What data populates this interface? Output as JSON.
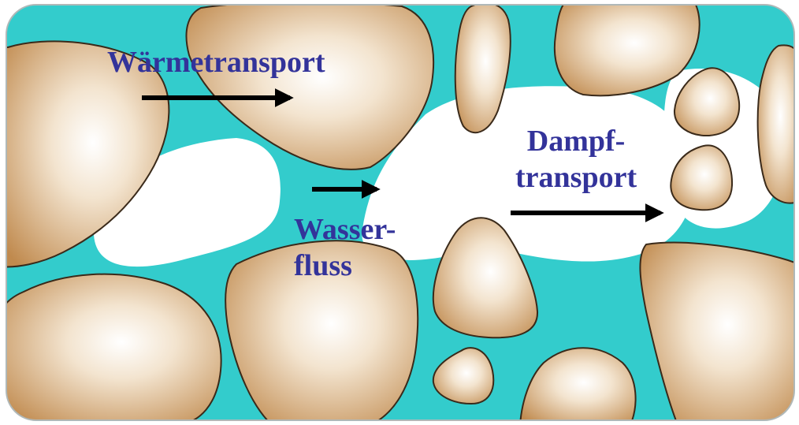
{
  "labels": {
    "heat_transport": "Wärmetransport",
    "vapor_transport_line1": "Dampf-",
    "vapor_transport_line2": "transport",
    "water_flow_line1": "Wasser-",
    "water_flow_line2": "fluss"
  },
  "colors": {
    "water": "#33cccc",
    "grain_dark": "#c08a4e",
    "grain_light": "#ffffff",
    "grain_outline": "#3a2a1a",
    "arrow": "#000000",
    "label_text": "#33339a",
    "frame": "#b0b8b8"
  },
  "icons": {
    "arrow": "right-arrow-icon"
  }
}
